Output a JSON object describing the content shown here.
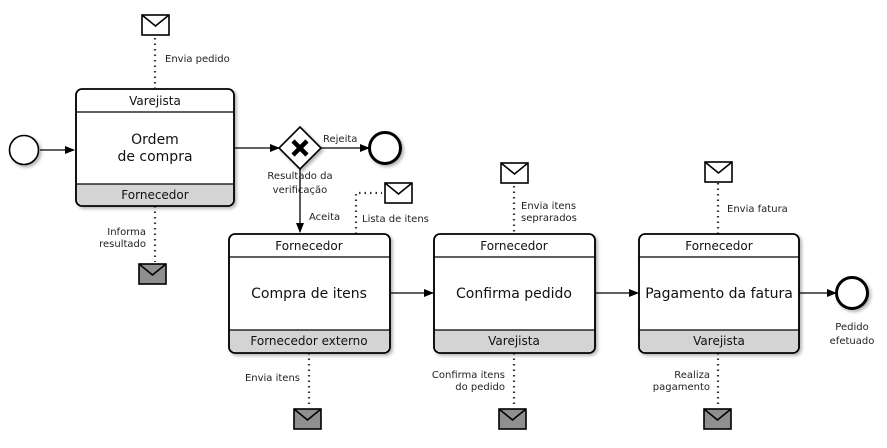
{
  "tasks": {
    "ordem": {
      "top": "Varejista",
      "title_line1": "Ordem",
      "title_line2": "de compra",
      "bottom": "Fornecedor"
    },
    "compra": {
      "top": "Fornecedor",
      "title": "Compra de itens",
      "bottom": "Fornecedor externo"
    },
    "confirma": {
      "top": "Fornecedor",
      "title": "Confirma pedido",
      "bottom": "Varejista"
    },
    "pagamento": {
      "top": "Fornecedor",
      "title": "Pagamento da fatura",
      "bottom": "Varejista"
    }
  },
  "gateway": {
    "label_line1": "Resultado da",
    "label_line2": "verificação"
  },
  "flows": {
    "rejeita": "Rejeita",
    "aceita": "Aceita"
  },
  "end_event": {
    "label_line1": "Pedido",
    "label_line2": "efetuado"
  },
  "messages": {
    "envia_pedido": "Envia pedido",
    "informa_line1": "Informa",
    "informa_line2": "resultado",
    "lista_itens": "Lista de itens",
    "envia_itens": "Envia itens",
    "envia_sep_line1": "Envia itens",
    "envia_sep_line2": "seprarados",
    "confirma_line1": "Confirma itens",
    "confirma_line2": "do pedido",
    "envia_fatura": "Envia fatura",
    "realiza_line1": "Realiza",
    "realiza_line2": "pagamento"
  }
}
